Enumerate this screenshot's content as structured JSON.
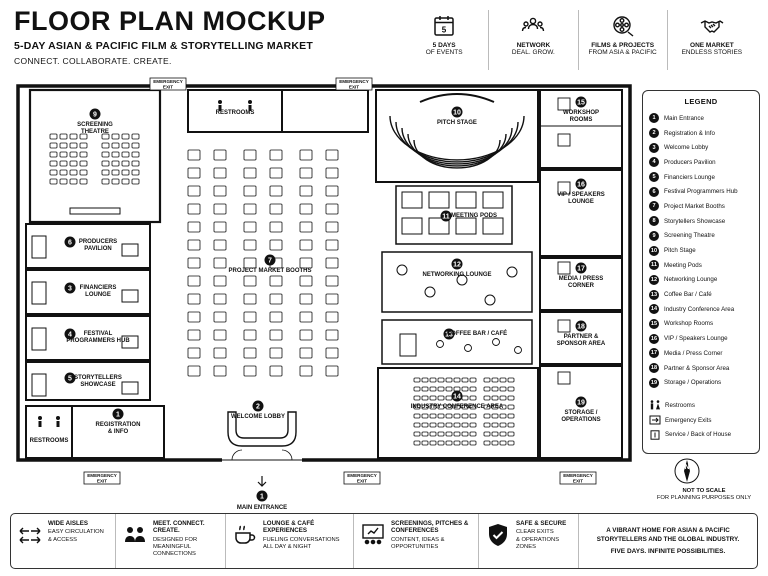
{
  "header": {
    "title": "FLOOR PLAN MOCKUP",
    "subtitle": "5-DAY ASIAN & PACIFIC FILM & STORYTELLING MARKET",
    "tagline": "CONNECT. COLLABORATE. CREATE.",
    "stats": [
      {
        "icon": "calendar-icon",
        "value": "5",
        "line1": "5 DAYS",
        "line2": "OF EVENTS"
      },
      {
        "icon": "network-icon",
        "line1": "NETWORK",
        "line2": "DEAL. GROW."
      },
      {
        "icon": "film-reel-icon",
        "line1": "FILMS & PROJECTS",
        "line2": "FROM ASIA & PACIFIC"
      },
      {
        "icon": "handshake-icon",
        "line1": "ONE MARKET",
        "line2": "ENDLESS STORIES"
      }
    ]
  },
  "plan": {
    "exit_label": [
      "EMERGENCY",
      "EXIT"
    ],
    "main_entrance": "MAIN ENTRANCE",
    "restrooms": "RESTROOMS",
    "zones": {
      "z1": [
        "REGISTRATION",
        "& INFO"
      ],
      "z2": [
        "WELCOME LOBBY"
      ],
      "z3": [
        "FINANCIERS",
        "LOUNGE"
      ],
      "z4": [
        "FESTIVAL",
        "PROGRAMMERS HUB"
      ],
      "z5": [
        "STORYTELLERS",
        "SHOWCASE"
      ],
      "z6": [
        "PRODUCERS",
        "PAVILION"
      ],
      "z7": [
        "PROJECT MARKET BOOTHS"
      ],
      "z9": [
        "SCREENING",
        "THEATRE"
      ],
      "z10": [
        "PITCH STAGE"
      ],
      "z11": [
        "MEETING PODS"
      ],
      "z12": [
        "NETWORKING LOUNGE"
      ],
      "z13": [
        "COFFEE BAR / CAFÉ"
      ],
      "z14": [
        "INDUSTRY CONFERENCE AREA"
      ],
      "z15": [
        "WORKSHOP",
        "ROOMS"
      ],
      "z16": [
        "VIP / SPEAKERS",
        "LOUNGE"
      ],
      "z17": [
        "MEDIA / PRESS",
        "CORNER"
      ],
      "z18": [
        "PARTNER &",
        "SPONSOR AREA"
      ],
      "z19": [
        "STORAGE /",
        "OPERATIONS"
      ]
    }
  },
  "legend": {
    "title": "LEGEND",
    "items": [
      {
        "num": "1",
        "label": "Main Entrance"
      },
      {
        "num": "2",
        "label": "Registration & Info"
      },
      {
        "num": "3",
        "label": "Welcome Lobby"
      },
      {
        "num": "4",
        "label": "Producers Pavilion"
      },
      {
        "num": "5",
        "label": "Financiers Lounge"
      },
      {
        "num": "6",
        "label": "Festival Programmers Hub"
      },
      {
        "num": "7",
        "label": "Project Market Booths"
      },
      {
        "num": "8",
        "label": "Storytellers Showcase"
      },
      {
        "num": "9",
        "label": "Screening Theatre"
      },
      {
        "num": "10",
        "label": "Pitch Stage"
      },
      {
        "num": "11",
        "label": "Meeting Pods"
      },
      {
        "num": "12",
        "label": "Networking Lounge"
      },
      {
        "num": "13",
        "label": "Coffee Bar / Café"
      },
      {
        "num": "14",
        "label": "Industry Conference Area"
      },
      {
        "num": "15",
        "label": "Workshop Rooms"
      },
      {
        "num": "16",
        "label": "VIP / Speakers Lounge"
      },
      {
        "num": "17",
        "label": "Media / Press Corner"
      },
      {
        "num": "18",
        "label": "Partner & Sponsor Area"
      },
      {
        "num": "19",
        "label": "Storage / Operations"
      }
    ],
    "symbols": [
      {
        "icon": "restroom-icon",
        "label": "Restrooms"
      },
      {
        "icon": "emergency-exit-icon",
        "label": "Emergency Exits"
      },
      {
        "icon": "service-door-icon",
        "label": "Service / Back of House"
      }
    ],
    "compass_letter": "N",
    "scale_line1": "NOT TO SCALE",
    "scale_line2": "FOR PLANNING PURPOSES ONLY"
  },
  "footer": {
    "features": [
      {
        "icon": "arrows-icon",
        "title": "WIDE AISLES",
        "desc": [
          "EASY CIRCULATION",
          "& ACCESS"
        ]
      },
      {
        "icon": "people-icon",
        "title": "MEET. CONNECT. CREATE.",
        "desc": [
          "DESIGNED FOR",
          "MEANINGFUL",
          "CONNECTIONS"
        ]
      },
      {
        "icon": "coffee-icon",
        "title": "LOUNGE & CAFÉ EXPERIENCES",
        "desc": [
          "FUELING CONVERSATIONS",
          "ALL DAY & NIGHT"
        ]
      },
      {
        "icon": "presentation-icon",
        "title": "SCREENINGS, PITCHES & CONFERENCES",
        "desc": [
          "CONTENT, IDEAS &",
          "OPPORTUNITIES"
        ]
      },
      {
        "icon": "shield-icon",
        "title": "SAFE & SECURE",
        "desc": [
          "CLEAR EXITS",
          "& OPERATIONS",
          "ZONES"
        ]
      }
    ],
    "claim_line1": "A VIBRANT HOME FOR ASIAN & PACIFIC",
    "claim_line2": "STORYTELLERS AND THE GLOBAL INDUSTRY.",
    "claim_line3": "FIVE DAYS. INFINITE POSSIBILITIES."
  }
}
